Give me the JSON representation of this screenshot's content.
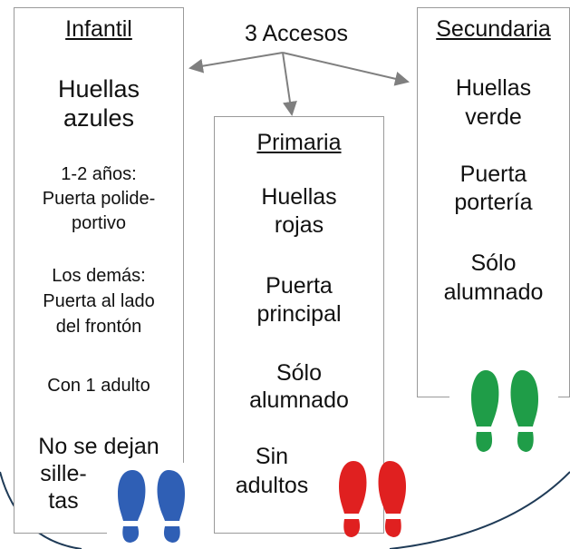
{
  "colors": {
    "border": "#9a9a9a",
    "arrow": "#7f7f7f",
    "arc": "#1f3b57",
    "blue": "#2f5fb5",
    "red": "#e02020",
    "green": "#1f9d48"
  },
  "title": "3 Accesos",
  "infantil": {
    "heading": "Infantil",
    "color_line1": "Huellas",
    "color_line2": "azules",
    "age_line1": "1-2 años:",
    "age_line2": "Puerta polide-",
    "age_line3": "portivo",
    "others_line1": "Los demás:",
    "others_line2": "Puerta al lado",
    "others_line3": "del frontón",
    "adult": "Con  1 adulto",
    "stroller_line1": "No se dejan",
    "stroller_line2": "sille-",
    "stroller_line3": "tas",
    "footprint_icon": "blue-footprints-icon"
  },
  "primaria": {
    "heading": "Primaria",
    "color_line1": "Huellas",
    "color_line2": "rojas",
    "door_line1": "Puerta",
    "door_line2": "principal",
    "only_line1": "Sólo",
    "only_line2": "alumnado",
    "adults_line1": "Sin",
    "adults_line2": "adultos",
    "footprint_icon": "red-footprints-icon"
  },
  "secundaria": {
    "heading": "Secundaria",
    "color_line1": "Huellas",
    "color_line2": "verde",
    "door_line1": "Puerta",
    "door_line2": "portería",
    "only_line1": "Sólo",
    "only_line2": "alumnado",
    "footprint_icon": "green-footprints-icon"
  }
}
